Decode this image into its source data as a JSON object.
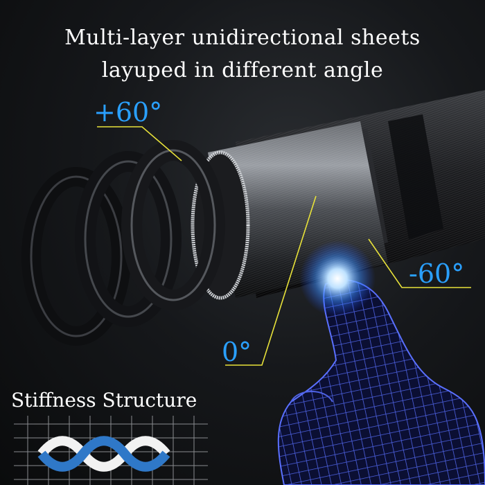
{
  "headline": {
    "line1": "Multi-layer unidirectional sheets",
    "line2": "layuped in different angle"
  },
  "angles": {
    "pos60": "+60°",
    "neg60": "-60°",
    "zero": "0°"
  },
  "structure_title": "Stiffness Structure",
  "colors": {
    "angle_label": "#2aa0ff",
    "leader_line": "#e8e23a",
    "headline": "#ffffff",
    "hand_mesh": "#4f63e6",
    "weave_blue": "#2f78c8"
  }
}
